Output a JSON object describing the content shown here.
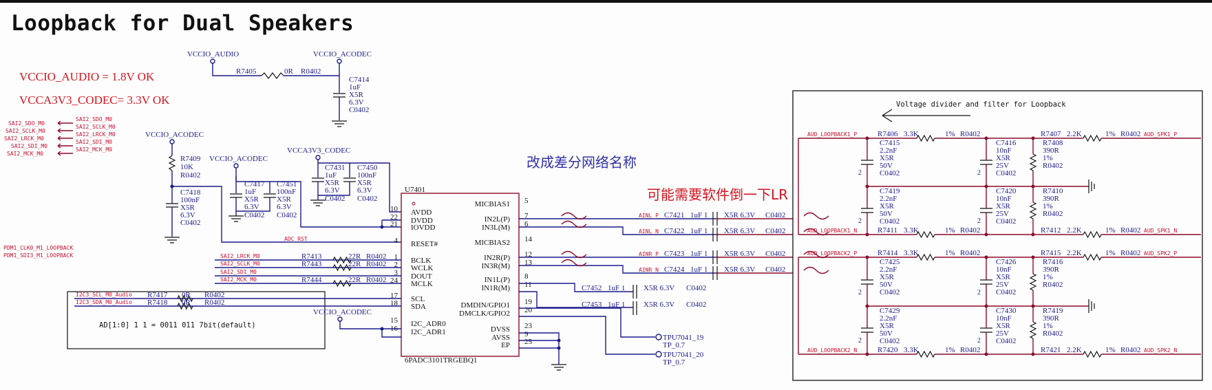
{
  "title": "Loopback for Dual Speakers",
  "rails": {
    "vccio_audio": "VCCIO_AUDIO",
    "vccio_acodec": "VCCIO_ACODEC",
    "vcca3v3_codec": "VCCA3V3_CODEC"
  },
  "notes": {
    "vccio_audio_ok": "VCCIO_AUDIO = 1.8V  OK",
    "vcca3v3_ok": "VCCA3V3_CODEC= 3.3V  OK",
    "diff_net_cn": "改成差分网络名称",
    "swap_lr_cn": "可能需要软件倒一下LR",
    "divider": "Voltage divider and filter for Loopback",
    "addr": "AD[1:0]  1 1 = 0011 011 7bit(default)"
  },
  "left_nets": [
    "SAI2_SDO_M0",
    "SAI2_SCLK_M0",
    "SAI2_LRCK_M0",
    "SAI2_SDI_M0",
    "SAI2_MCK_M0"
  ],
  "pdm_nets": [
    "PDM1_CLK0_M1_LOOPBACK",
    "PDM1_SDI3_M1_LOOPBACK"
  ],
  "top_res": {
    "ref": "R7405",
    "val": "0R",
    "pkg": "R0402"
  },
  "c7414": [
    "C7414",
    "1uF",
    "X5R",
    "6.3V",
    "C0402"
  ],
  "r7409": [
    "R7409",
    "10K",
    "R0402"
  ],
  "c7418": [
    "C7418",
    "100nF",
    "X5R",
    "6.3V",
    "C0402"
  ],
  "c7417": [
    "C7417",
    "1uF",
    "X5R",
    "6.3V",
    "C0402"
  ],
  "c7451": [
    "C7451",
    "100nF",
    "X5R",
    "6.3V",
    "C0402"
  ],
  "c7431": [
    "C7431",
    "1uF",
    "X5R",
    "6.3V",
    "C0402"
  ],
  "c7450": [
    "C7450",
    "100nF",
    "X5R",
    "6.3V",
    "C0402"
  ],
  "ic": {
    "ref": "U7401",
    "part": "6PADC3101TRGEBQ1",
    "left_pins": [
      {
        "num": "10",
        "name": "AVDD"
      },
      {
        "num": "22",
        "name": "DVDD"
      },
      {
        "num": "21",
        "name": "IOVDD"
      },
      {
        "num": "4",
        "name": "RESET#"
      },
      {
        "num": "1",
        "name": "BCLK"
      },
      {
        "num": "2",
        "name": "WCLK"
      },
      {
        "num": "3",
        "name": "DOUT"
      },
      {
        "num": "24",
        "name": "MCLK"
      },
      {
        "num": "17",
        "name": "SCL"
      },
      {
        "num": "18",
        "name": "SDA"
      },
      {
        "num": "15",
        "name": "I2C_ADR0"
      },
      {
        "num": "16",
        "name": "I2C_ADR1"
      }
    ],
    "right_pins": [
      {
        "num": "5",
        "name": "MICBIAS1"
      },
      {
        "num": "7",
        "name": "IN2L(P)"
      },
      {
        "num": "6",
        "name": "IN3L(M)"
      },
      {
        "num": "14",
        "name": "MICBIAS2"
      },
      {
        "num": "12",
        "name": "IN2R(P)"
      },
      {
        "num": "13",
        "name": "IN3R(M)"
      },
      {
        "num": "8",
        "name": "IN1L(P)"
      },
      {
        "num": "11",
        "name": "IN1R(M)"
      },
      {
        "num": "19",
        "name": "DMDIN/GPIO1"
      },
      {
        "num": "20",
        "name": "DMCLK/GPIO2"
      },
      {
        "num": "23",
        "name": "DVSS"
      },
      {
        "num": "9",
        "name": "AVSS"
      },
      {
        "num": "25",
        "name": "EP"
      }
    ]
  },
  "adc_rst": "ADC_RST",
  "sai_res": [
    {
      "net": "SAI2_LRCK_M0",
      "ref": "R7413",
      "val": "22R",
      "pkg": "R0402"
    },
    {
      "net": "SAI2_SCLK_M0",
      "ref": "R7443",
      "val": "22R",
      "pkg": "R0402"
    },
    {
      "net": "SAI2_SDI_M0",
      "ref": "",
      "val": "",
      "pkg": ""
    },
    {
      "net": "SAI2_MCK_M0",
      "ref": "R7444",
      "val": "22R",
      "pkg": "R0402"
    }
  ],
  "i2c": [
    {
      "net": "I2C3_SCL_M0_Audio",
      "ref": "R7417",
      "val": "0R",
      "pkg": "R0402"
    },
    {
      "net": "I2C3_SDA_M0_Audio",
      "ref": "R7418",
      "val": "0R",
      "pkg": "R0402"
    }
  ],
  "in_caps": [
    {
      "net": "AINL_P",
      "ref": "C7421",
      "val": "1uF 1",
      "spec": "X5R 6.3V",
      "pkg": "C0402"
    },
    {
      "net": "AINL_N",
      "ref": "C7422",
      "val": "1uF 1",
      "spec": "X5R 6.3V",
      "pkg": "C0402"
    },
    {
      "net": "AINR_P",
      "ref": "C7423",
      "val": "1uF 1",
      "spec": "X5R 6.3V",
      "pkg": "C0402"
    },
    {
      "net": "AINR_N",
      "ref": "C7424",
      "val": "1uF 1",
      "spec": "X5R 6.3V",
      "pkg": "C0402"
    }
  ],
  "in1_caps": [
    {
      "ref": "C7452",
      "val": "1uF 1",
      "spec": "X5R 6.3V",
      "pkg": "C0402"
    },
    {
      "ref": "C7453",
      "val": "1uF 1",
      "spec": "X5R 6.3V",
      "pkg": "C0402"
    }
  ],
  "tp": [
    {
      "ref": "TPU7041_19",
      "val": "TP_0.7"
    },
    {
      "ref": "TPU7041_20",
      "val": "TP_0.7"
    }
  ],
  "loop_nets": [
    "AUD_LOOPBACK1_P",
    "AUD_LOOPBACK1_N",
    "AUD_LOOPBACK2_P",
    "AUD_LOOPBACK2_N"
  ],
  "spk_nets": [
    "AUD_SPK1_P",
    "AUD_SPK1_N",
    "AUD_SPK2_P",
    "AUD_SPK2_N"
  ],
  "series_left": [
    {
      "ref": "R7406",
      "val": "3.3K",
      "tol": "1%",
      "pkg": "R0402"
    },
    {
      "ref": "R7411",
      "val": "3.3K",
      "tol": "1%",
      "pkg": "R0402"
    },
    {
      "ref": "R7414",
      "val": "3.3K",
      "tol": "1%",
      "pkg": "R0402"
    },
    {
      "ref": "R7420",
      "val": "3.3K",
      "tol": "1%",
      "pkg": "R0402"
    }
  ],
  "series_right": [
    {
      "ref": "R7407",
      "val": "2.2K",
      "tol": "1%",
      "pkg": "R0402"
    },
    {
      "ref": "R7412",
      "val": "2.2K",
      "tol": "1%",
      "pkg": "R0402"
    },
    {
      "ref": "R7415",
      "val": "2.2K",
      "tol": "1%",
      "pkg": "R0402"
    },
    {
      "ref": "R7421",
      "val": "2.2K",
      "tol": "1%",
      "pkg": "R0402"
    }
  ],
  "filt_caps_a": [
    [
      "C7415",
      "2.2nF",
      "X5R",
      "50V",
      "C0402"
    ],
    [
      "C7419",
      "2.2nF",
      "X5R",
      "50V",
      "C0402"
    ],
    [
      "C7425",
      "2.2nF",
      "X5R",
      "50V",
      "C0402"
    ],
    [
      "C7429",
      "2.2nF",
      "X5R",
      "50V",
      "C0402"
    ]
  ],
  "filt_caps_b": [
    [
      "C7416",
      "10nF",
      "X5R",
      "25V",
      "C0402"
    ],
    [
      "C7420",
      "10nF",
      "X5R",
      "25V",
      "C0402"
    ],
    [
      "C7426",
      "10nF",
      "X5R",
      "25V",
      "C0402"
    ],
    [
      "C7430",
      "10nF",
      "X5R",
      "25V",
      "C0402"
    ]
  ],
  "shunt_res": [
    [
      "R7408",
      "390R",
      "1%",
      "R0402"
    ],
    [
      "R7410",
      "390R",
      "1%",
      "R0402"
    ],
    [
      "R7416",
      "390R",
      "1%",
      "R0402"
    ],
    [
      "R7419",
      "390R",
      "1%",
      "R0402"
    ]
  ],
  "pin2": "2"
}
